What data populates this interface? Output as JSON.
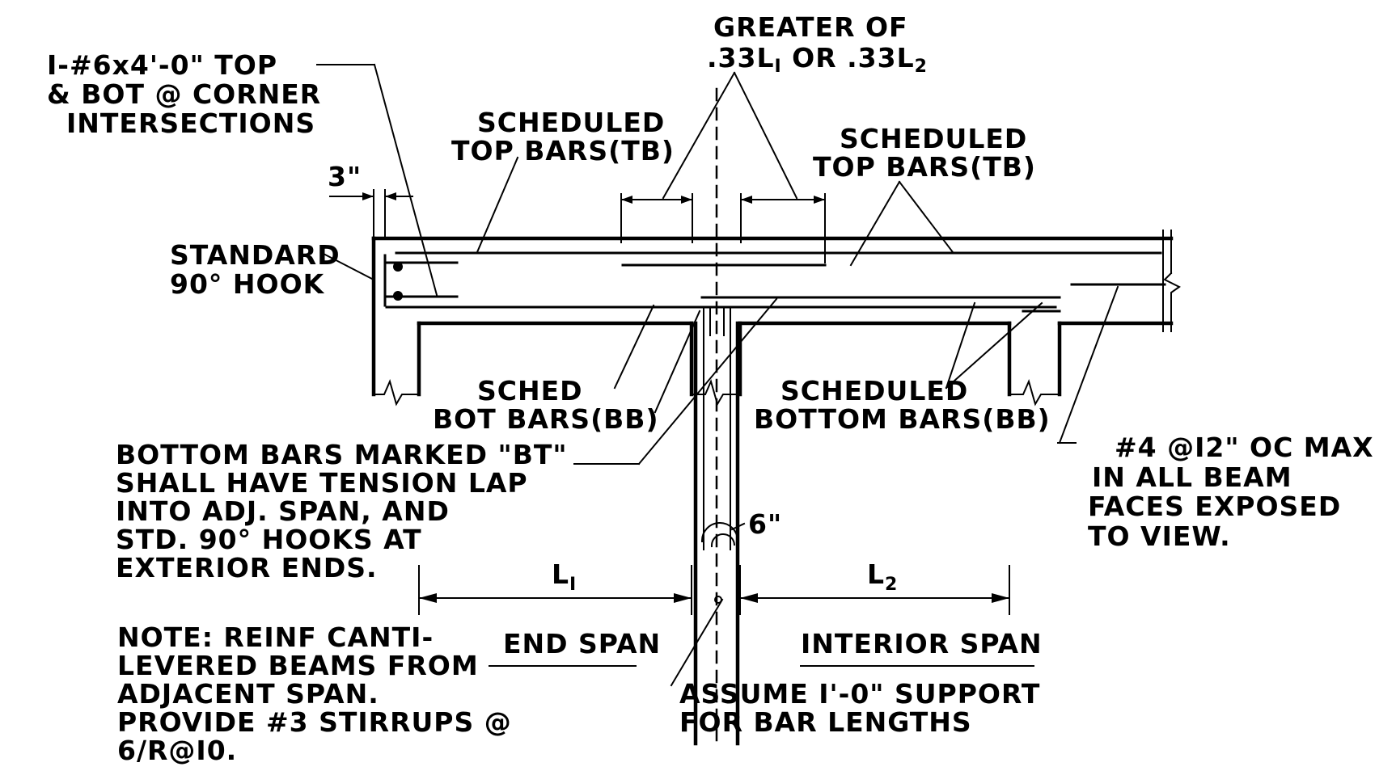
{
  "labels": {
    "corner_line1": "I-#6x4'-0\" TOP",
    "corner_line2": "& BOT @ CORNER",
    "corner_line3": "INTERSECTIONS",
    "greater_line1": "GREATER OF",
    "greater_line2_a": ".33L",
    "greater_line2_sub1": "I",
    "greater_line2_b": " OR .33L",
    "greater_line2_sub2": "2",
    "sched_top_left_1": "SCHEDULED",
    "sched_top_left_2": "TOP BARS(TB)",
    "sched_top_right_1": "SCHEDULED",
    "sched_top_right_2": "TOP BARS(TB)",
    "dim_3in": "3\"",
    "std_hook_1": "STANDARD",
    "std_hook_2": "90° HOOK",
    "sched_bot_1": "SCHED",
    "sched_bot_2": "BOT BARS(BB)",
    "sched_bottom_1": "SCHEDULED",
    "sched_bottom_2": "BOTTOM BARS(BB)",
    "face_bars_1": "#4 @I2\" OC MAX",
    "face_bars_2": "IN ALL BEAM",
    "face_bars_3": "FACES EXPOSED",
    "face_bars_4": "TO VIEW.",
    "bt_note_1": "BOTTOM BARS MARKED \"BT\"",
    "bt_note_2": "SHALL HAVE TENSION LAP",
    "bt_note_3": "INTO ADJ. SPAN, AND",
    "bt_note_4": "STD. 90° HOOKS AT",
    "bt_note_5": "EXTERIOR ENDS.",
    "dim_6in": "6\"",
    "L1": "L",
    "L1_sub": "I",
    "L2": "L",
    "L2_sub": "2",
    "note_1": "NOTE: REINF CANTI-",
    "note_2": "LEVERED BEAMS FROM",
    "note_3": "ADJACENT SPAN.",
    "note_4": "PROVIDE #3 STIRRUPS @",
    "note_5": "6/R@I0.",
    "end_span": "END SPAN",
    "interior_span": "INTERIOR SPAN",
    "assume_1": "ASSUME I'-0\" SUPPORT",
    "assume_2": "FOR BAR LENGTHS"
  }
}
